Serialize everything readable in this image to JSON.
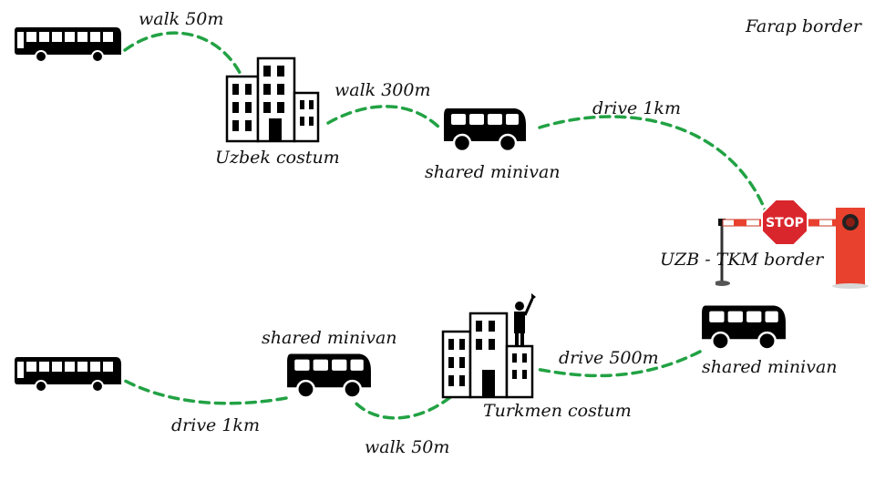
{
  "diagram": {
    "border_title": "Farap border",
    "segments": {
      "walk_to_uzbek_customs": "walk 50m",
      "walk_to_minivan": "walk 300m",
      "drive_to_border": "drive 1km",
      "drive_to_turkmen_customs": "drive 500m",
      "walk_from_turkmen_customs": "walk 50m",
      "drive_to_bus": "drive 1km"
    },
    "places": {
      "uzbek_customs": "Uzbek costum",
      "minivan_uzb": "shared minivan",
      "border": "UZB - TKM border",
      "stop_sign": "STOP",
      "minivan_tkm_right": "shared minivan",
      "turkmen_customs": "Turkmen costum",
      "minivan_tkm_left": "shared minivan"
    },
    "colors": {
      "route": "#22a244",
      "icon": "#000000",
      "stop_red": "#d9262c",
      "barrier_red": "#e8412e"
    }
  }
}
